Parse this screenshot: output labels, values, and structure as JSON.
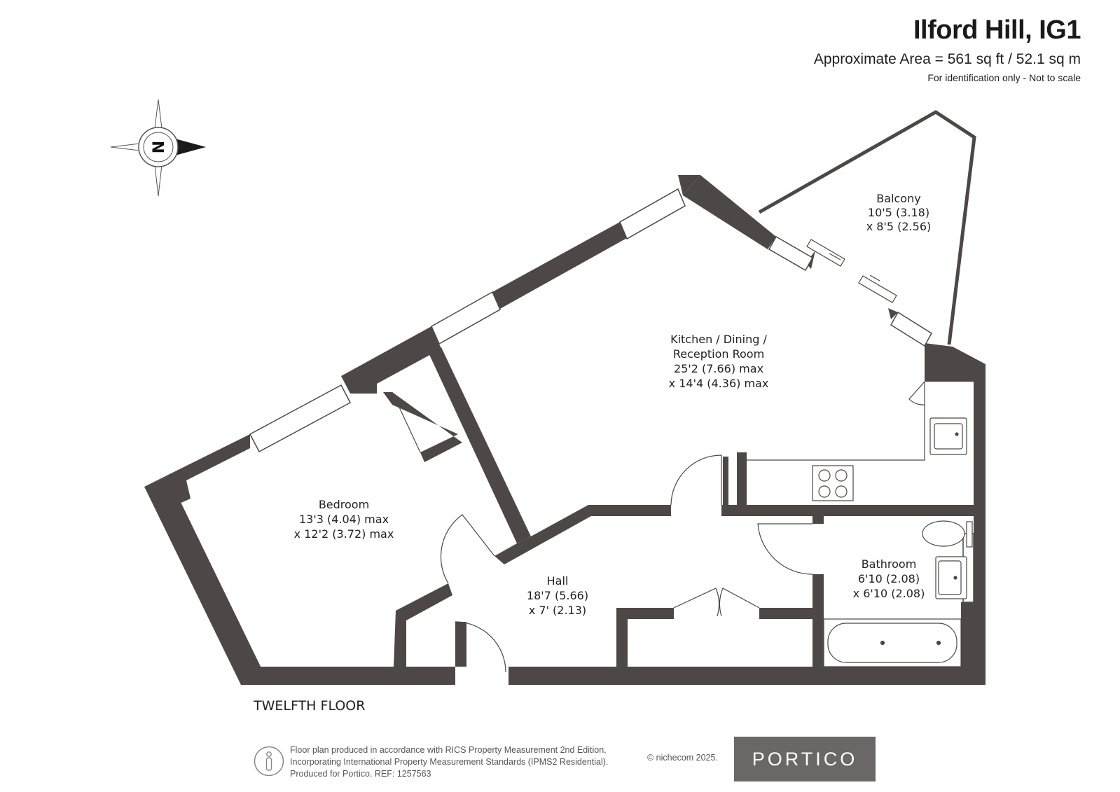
{
  "header": {
    "title": "Ilford Hill, IG1",
    "area": "Approximate Area = 561 sq ft / 52.1 sq m",
    "note": "For identification only - Not to scale"
  },
  "compass": {
    "label": "N",
    "icon": "compass-rose-icon"
  },
  "rooms": {
    "balcony": {
      "name": "Balcony",
      "dim1": "10'5 (3.18)",
      "dim2": "x 8'5 (2.56)"
    },
    "kitchen": {
      "name": "Kitchen / Dining /",
      "name2": "Reception Room",
      "dim1": "25'2 (7.66) max",
      "dim2": "x 14'4 (4.36) max"
    },
    "bedroom": {
      "name": "Bedroom",
      "dim1": "13'3 (4.04) max",
      "dim2": "x 12'2 (3.72) max"
    },
    "hall": {
      "name": "Hall",
      "dim1": "18'7 (5.66)",
      "dim2": "x 7' (2.13)"
    },
    "bathroom": {
      "name": "Bathroom",
      "dim1": "6'10 (2.08)",
      "dim2": "x 6'10 (2.08)"
    }
  },
  "floor": "TWELFTH FLOOR",
  "footer": {
    "line1": "Floor plan produced in accordance with RICS Property Measurement 2nd Edition,",
    "line2": "Incorporating International Property Measurement Standards (IPMS2 Residential).",
    "line3": "Produced for Portico.   REF:  1257563",
    "copyright": "© nichecom 2025."
  },
  "logo": "PORTICO",
  "colors": {
    "wall": "#4d4845",
    "logo_bg": "#6b6766",
    "text": "#1a1a1a"
  }
}
